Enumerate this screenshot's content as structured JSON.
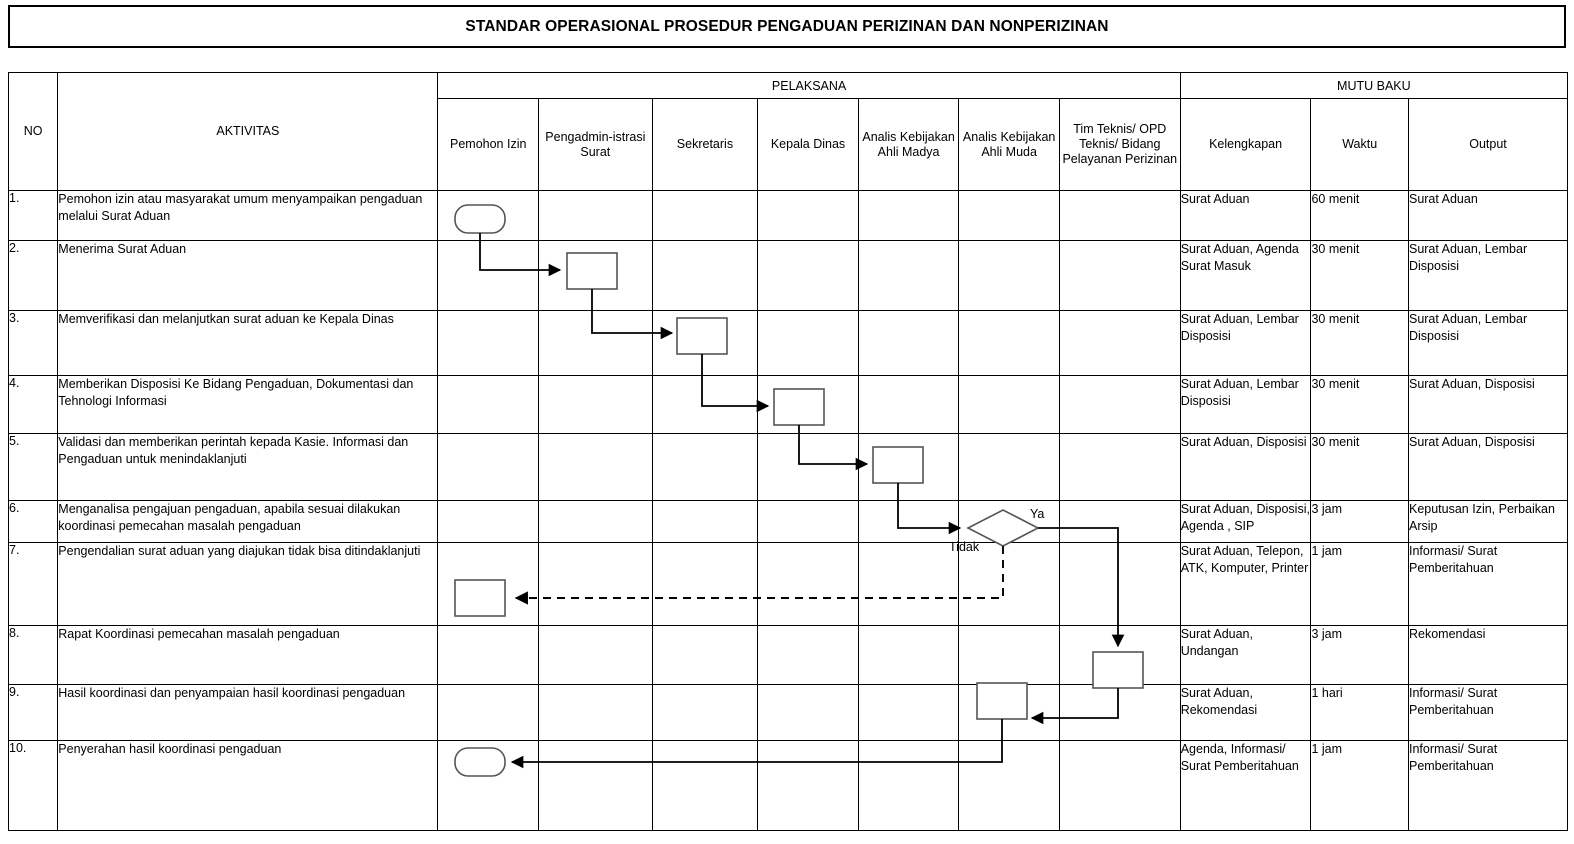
{
  "document": {
    "title": "STANDAR OPERASIONAL PROSEDUR PENGADUAN PERIZINAN DAN NONPERIZINAN"
  },
  "table": {
    "group_headers": {
      "pelaksana": "PELAKSANA",
      "mutu_baku": "MUTU BAKU"
    },
    "headers": {
      "no": "NO",
      "aktivitas": "AKTIVITAS",
      "pelaksana": [
        "Pemohon Izin",
        "Pengadmin-istrasi Surat",
        "Sekretaris",
        "Kepala Dinas",
        "Analis Kebijakan Ahli Madya",
        "Analis Kebijakan Ahli Muda",
        "Tim Teknis/ OPD Teknis/ Bidang Pelayanan Perizinan"
      ],
      "mutu_baku": [
        "Kelengkapan",
        "Waktu",
        "Output"
      ]
    },
    "rows": [
      {
        "no": "1.",
        "aktivitas": "Pemohon izin atau masyarakat umum menyampaikan pengaduan melalui Surat Aduan",
        "kelengkapan": "Surat Aduan",
        "waktu": "60 menit",
        "output": "Surat Aduan"
      },
      {
        "no": "2.",
        "aktivitas": "Menerima Surat Aduan",
        "kelengkapan": "Surat Aduan, Agenda Surat Masuk",
        "waktu": "30 menit",
        "output": "Surat Aduan, Lembar Disposisi"
      },
      {
        "no": "3.",
        "aktivitas": "Memverifikasi  dan melanjutkan surat aduan ke Kepala Dinas",
        "kelengkapan": "Surat Aduan, Lembar Disposisi",
        "waktu": "30 menit",
        "output": "Surat Aduan, Lembar Disposisi"
      },
      {
        "no": "4.",
        "aktivitas": "Memberikan Disposisi Ke Bidang Pengaduan, Dokumentasi dan Tehnologi Informasi",
        "kelengkapan": "Surat Aduan, Lembar Disposisi",
        "waktu": "30 menit",
        "output": "Surat Aduan, Disposisi"
      },
      {
        "no": "5.",
        "aktivitas": "Validasi dan memberikan perintah kepada Kasie. Informasi dan Pengaduan untuk menindaklanjuti",
        "kelengkapan": "Surat Aduan, Disposisi",
        "waktu": "30 menit",
        "output": "Surat Aduan, Disposisi"
      },
      {
        "no": "6.",
        "aktivitas": "Menganalisa pengajuan pengaduan, apabila sesuai dilakukan koordinasi pemecahan masalah pengaduan",
        "kelengkapan": "Surat Aduan, Disposisi, Agenda , SIP",
        "waktu": "3 jam",
        "output": "Keputusan Izin, Perbaikan Arsip"
      },
      {
        "no": "7.",
        "aktivitas": "Pengendalian surat aduan yang diajukan tidak bisa ditindaklanjuti",
        "kelengkapan": "Surat Aduan, Telepon, ATK, Komputer, Printer",
        "waktu": "1 jam",
        "output": "Informasi/ Surat Pemberitahuan"
      },
      {
        "no": "8.",
        "aktivitas": "Rapat Koordinasi pemecahan masalah pengaduan",
        "kelengkapan": "Surat Aduan, Undangan",
        "waktu": "3 jam",
        "output": "Rekomendasi"
      },
      {
        "no": "9.",
        "aktivitas": "Hasil koordinasi dan penyampaian hasil koordinasi pengaduan",
        "kelengkapan": "Surat Aduan, Rekomendasi",
        "waktu": "1 hari",
        "output": "Informasi/ Surat Pemberitahuan"
      },
      {
        "no": "10.",
        "aktivitas": "Penyerahan hasil koordinasi pengaduan",
        "kelengkapan": "Agenda, Informasi/ Surat Pemberitahuan",
        "waktu": "1 jam",
        "output": "Informasi/ Surat Pemberitahuan"
      }
    ]
  },
  "flowchart": {
    "decision_labels": {
      "yes": "Ya",
      "no": "Tidak"
    },
    "shapes": [
      {
        "name": "terminator-start",
        "type": "terminator",
        "row": 1,
        "lane": "Pemohon Izin"
      },
      {
        "name": "process-row2",
        "type": "process",
        "row": 2,
        "lane": "Pengadministrasi Surat"
      },
      {
        "name": "process-row3",
        "type": "process",
        "row": 3,
        "lane": "Sekretaris"
      },
      {
        "name": "process-row4",
        "type": "process",
        "row": 4,
        "lane": "Kepala Dinas"
      },
      {
        "name": "process-row5",
        "type": "process",
        "row": 5,
        "lane": "Analis Kebijakan Ahli Madya"
      },
      {
        "name": "decision-row6",
        "type": "decision",
        "row": 6,
        "lane": "Analis Kebijakan Ahli Muda"
      },
      {
        "name": "process-row7",
        "type": "process",
        "row": 7,
        "lane": "Pemohon Izin"
      },
      {
        "name": "process-row8",
        "type": "process",
        "row": 8,
        "lane": "Tim Teknis/OPD Teknis/Bidang Pelayanan Perizinan"
      },
      {
        "name": "process-row9",
        "type": "process",
        "row": 9,
        "lane": "Analis Kebijakan Ahli Muda"
      },
      {
        "name": "terminator-end",
        "type": "terminator",
        "row": 10,
        "lane": "Pemohon Izin"
      }
    ]
  },
  "colors": {
    "ink": "#000000",
    "paper": "#ffffff",
    "shape_stroke": "#555555"
  }
}
